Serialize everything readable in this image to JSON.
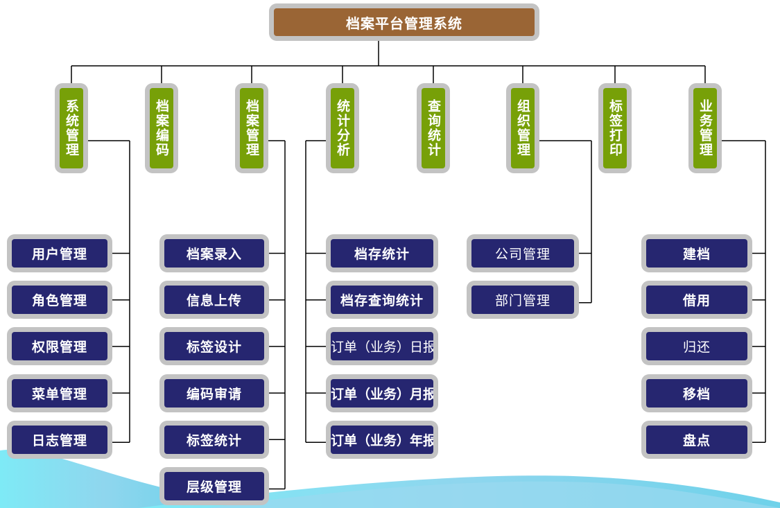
{
  "diagram": {
    "title": "档案平台管理系统",
    "colors": {
      "root_fill": "#9a6535",
      "category_fill": "#77a008",
      "leaf_fill": "#262670",
      "box_border": "#c3c3c3",
      "connector": "#000000",
      "wave": "#7ee3f0"
    },
    "categories": [
      {
        "label": "系统管理",
        "children": [
          "用户管理",
          "角色管理",
          "权限管理",
          "菜单管理",
          "日志管理"
        ]
      },
      {
        "label": "档案编码",
        "children": []
      },
      {
        "label": "档案管理",
        "children": [
          "档案录入",
          "信息上传",
          "标签设计",
          "编码审请",
          "标签统计",
          "层级管理"
        ]
      },
      {
        "label": "统计分析",
        "children": [
          "档存统计",
          "档存查询统计",
          "订单（业务）日报",
          "订单（业务）月报",
          "订单（业务）年报"
        ]
      },
      {
        "label": "查询统计",
        "children": []
      },
      {
        "label": "组织管理",
        "children": [
          "公司管理",
          "部门管理"
        ]
      },
      {
        "label": "标签打印",
        "children": []
      },
      {
        "label": "业务管理",
        "children": [
          "建档",
          "借用",
          "归还",
          "移档",
          "盘点"
        ]
      }
    ]
  }
}
